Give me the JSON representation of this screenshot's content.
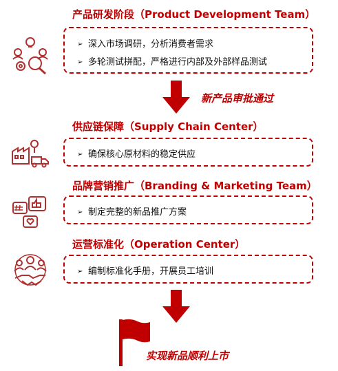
{
  "stages": [
    {
      "title": "产品研发阶段（Product Development Team）",
      "icon": "innovation-team-icon",
      "bullets": [
        "深入市场调研，分析消费者需求",
        "多轮测试拼配，严格进行内部及外部样品测试"
      ]
    },
    {
      "title": "供应链保障（Supply Chain Center）",
      "icon": "supply-chain-icon",
      "bullets": [
        "确保核心原材料的稳定供应"
      ]
    },
    {
      "title": "品牌营销推广（Branding & Marketing Team）",
      "icon": "social-marketing-icon",
      "bullets": [
        "制定完整的新品推广方案"
      ]
    },
    {
      "title": "运营标准化（Operation Center）",
      "icon": "team-handshake-icon",
      "bullets": [
        "编制标准化手册，开展员工培训"
      ]
    }
  ],
  "arrow_labels": {
    "approval": "新产品审批通过"
  },
  "final": {
    "label": "实现新品顺利上市",
    "icon": "red-flag-icon"
  },
  "bullet_marker": "➢",
  "colors": {
    "accent": "#c00000",
    "text": "#111111",
    "icon": "#b03030"
  }
}
